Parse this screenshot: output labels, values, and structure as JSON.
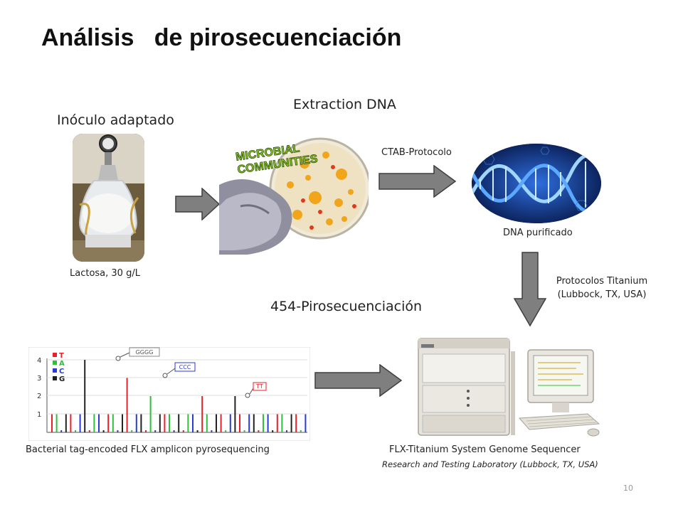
{
  "title": "Análisis   de pirosecuenciación",
  "steps": {
    "inoculo": {
      "label": "Inóculo adaptado",
      "caption": "Lactosa, 30 g/L"
    },
    "extraction": {
      "label": "Extraction DNA",
      "badge_line1": "MICROBIAL",
      "badge_line2": "COMMUNITIES"
    },
    "ctab": {
      "label": "CTAB-Protocolo"
    },
    "dna": {
      "caption": "DNA purificado"
    },
    "titanium": {
      "line1": "Protocolos Titanium",
      "line2": "(Lubbock, TX, USA)"
    },
    "pyro": {
      "label": "454-Pirosecuenciación"
    },
    "pyrogram": {
      "caption": "Bacterial tag-encoded FLX amplicon pyrosequencing",
      "legend": [
        "T",
        "A",
        "C",
        "G"
      ],
      "y_ticks": [
        "4",
        "3",
        "2",
        "1"
      ],
      "tags": [
        "GGGG",
        "CCC",
        "TT"
      ]
    },
    "sequencer": {
      "caption": "FLX-Titanium System Genome Sequencer",
      "subcaption": "Research and Testing Laboratory (Lubbock, TX, USA)"
    }
  },
  "colors": {
    "arrow_fill": "#7f7f7f",
    "arrow_stroke": "#3f3f3f",
    "T": "#e8202a",
    "A": "#2fbf3a",
    "C": "#2b3bd6",
    "G": "#222222"
  },
  "slide_number": "10"
}
